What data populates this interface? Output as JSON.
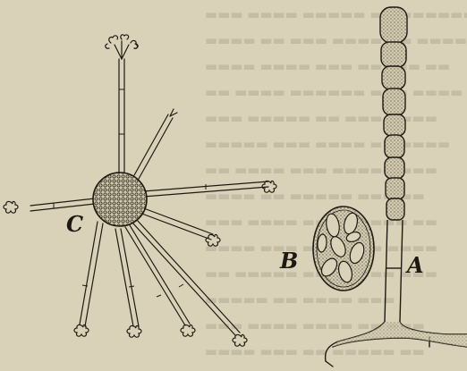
{
  "figure": {
    "labels": {
      "c": "C",
      "b": "B",
      "a": "A"
    }
  }
}
